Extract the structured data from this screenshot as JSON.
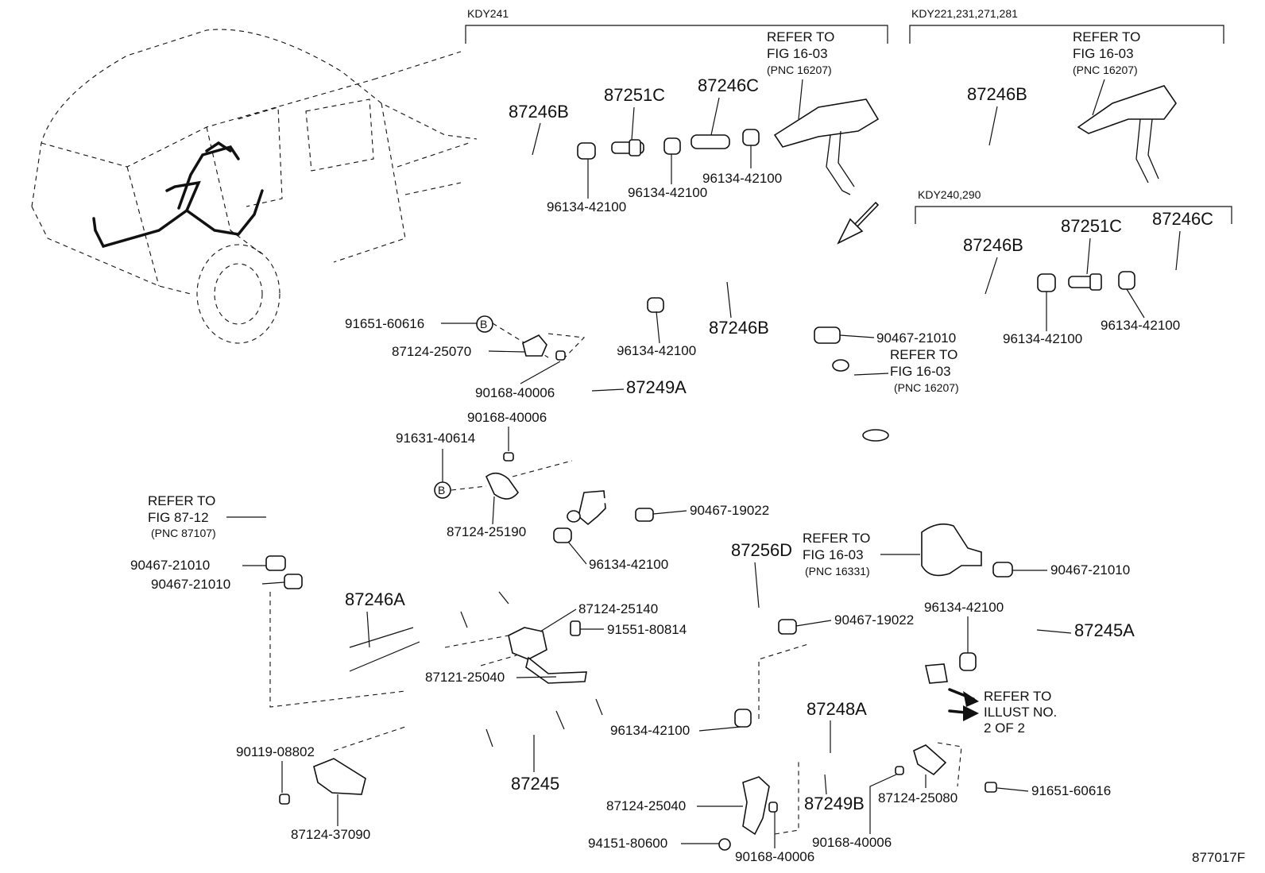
{
  "groups": {
    "kdy241": "KDY241",
    "kdy221": "KDY221,231,271,281",
    "kdy240": "KDY240,290"
  },
  "refs": {
    "ref_fig1603_a": [
      "REFER TO",
      "FIG 16-03",
      "(PNC 16207)"
    ],
    "ref_fig1603_b": [
      "REFER TO",
      "FIG 16-03",
      "(PNC 16207)"
    ],
    "ref_fig1603_c": [
      "REFER TO",
      "FIG 16-03",
      "(PNC 16207)"
    ],
    "ref_fig1603_d": [
      "REFER TO",
      "FIG 16-03",
      "(PNC 16331)"
    ],
    "ref_fig8712": [
      "REFER TO",
      "FIG 87-12",
      "(PNC 87107)"
    ],
    "ref_illust": [
      "REFER TO",
      "ILLUST NO.",
      "2 OF 2"
    ]
  },
  "parts": {
    "p87246B_a": "87246B",
    "p87251C_a": "87251C",
    "p87246C_a": "87246C",
    "p96134_a1": "96134-42100",
    "p96134_a2": "96134-42100",
    "p96134_a3": "96134-42100",
    "p87246B_b": "87246B",
    "p87246B_c": "87246B",
    "p87251C_c": "87251C",
    "p87246C_c": "87246C",
    "p96134_c1": "96134-42100",
    "p96134_c2": "96134-42100",
    "p87246B_main": "87246B",
    "p96134_main1": "96134-42100",
    "p90467_21010_a": "90467-21010",
    "p91651_60616_a": "91651-60616",
    "p87124_25070": "87124-25070",
    "p90168_40006_a": "90168-40006",
    "p87249A": "87249A",
    "p90168_40006_b": "90168-40006",
    "p91631_40614": "91631-40614",
    "p87124_25190": "87124-25190",
    "p90467_19022_a": "90467-19022",
    "p96134_main2": "96134-42100",
    "p90467_21010_b": "90467-21010",
    "p90467_21010_c": "90467-21010",
    "p87246A": "87246A",
    "p87124_25140": "87124-25140",
    "p91551_80814": "91551-80814",
    "p87256D": "87256D",
    "p90467_19022_b": "90467-19022",
    "p87121_25040": "87121-25040",
    "p90467_21010_d": "90467-21010",
    "p96134_main3": "96134-42100",
    "p87245A": "87245A",
    "p87248A": "87248A",
    "p96134_main4": "96134-42100",
    "p87245": "87245",
    "p90119_08802": "90119-08802",
    "p87124_37090": "87124-37090",
    "p87124_25040": "87124-25040",
    "p94151_80600": "94151-80600",
    "p90168_40006_c": "90168-40006",
    "p87249B": "87249B",
    "p87124_25080": "87124-25080",
    "p91651_60616_b": "91651-60616",
    "p90168_40006_d": "90168-40006",
    "markerB": "B"
  },
  "figure_id": "877017F"
}
